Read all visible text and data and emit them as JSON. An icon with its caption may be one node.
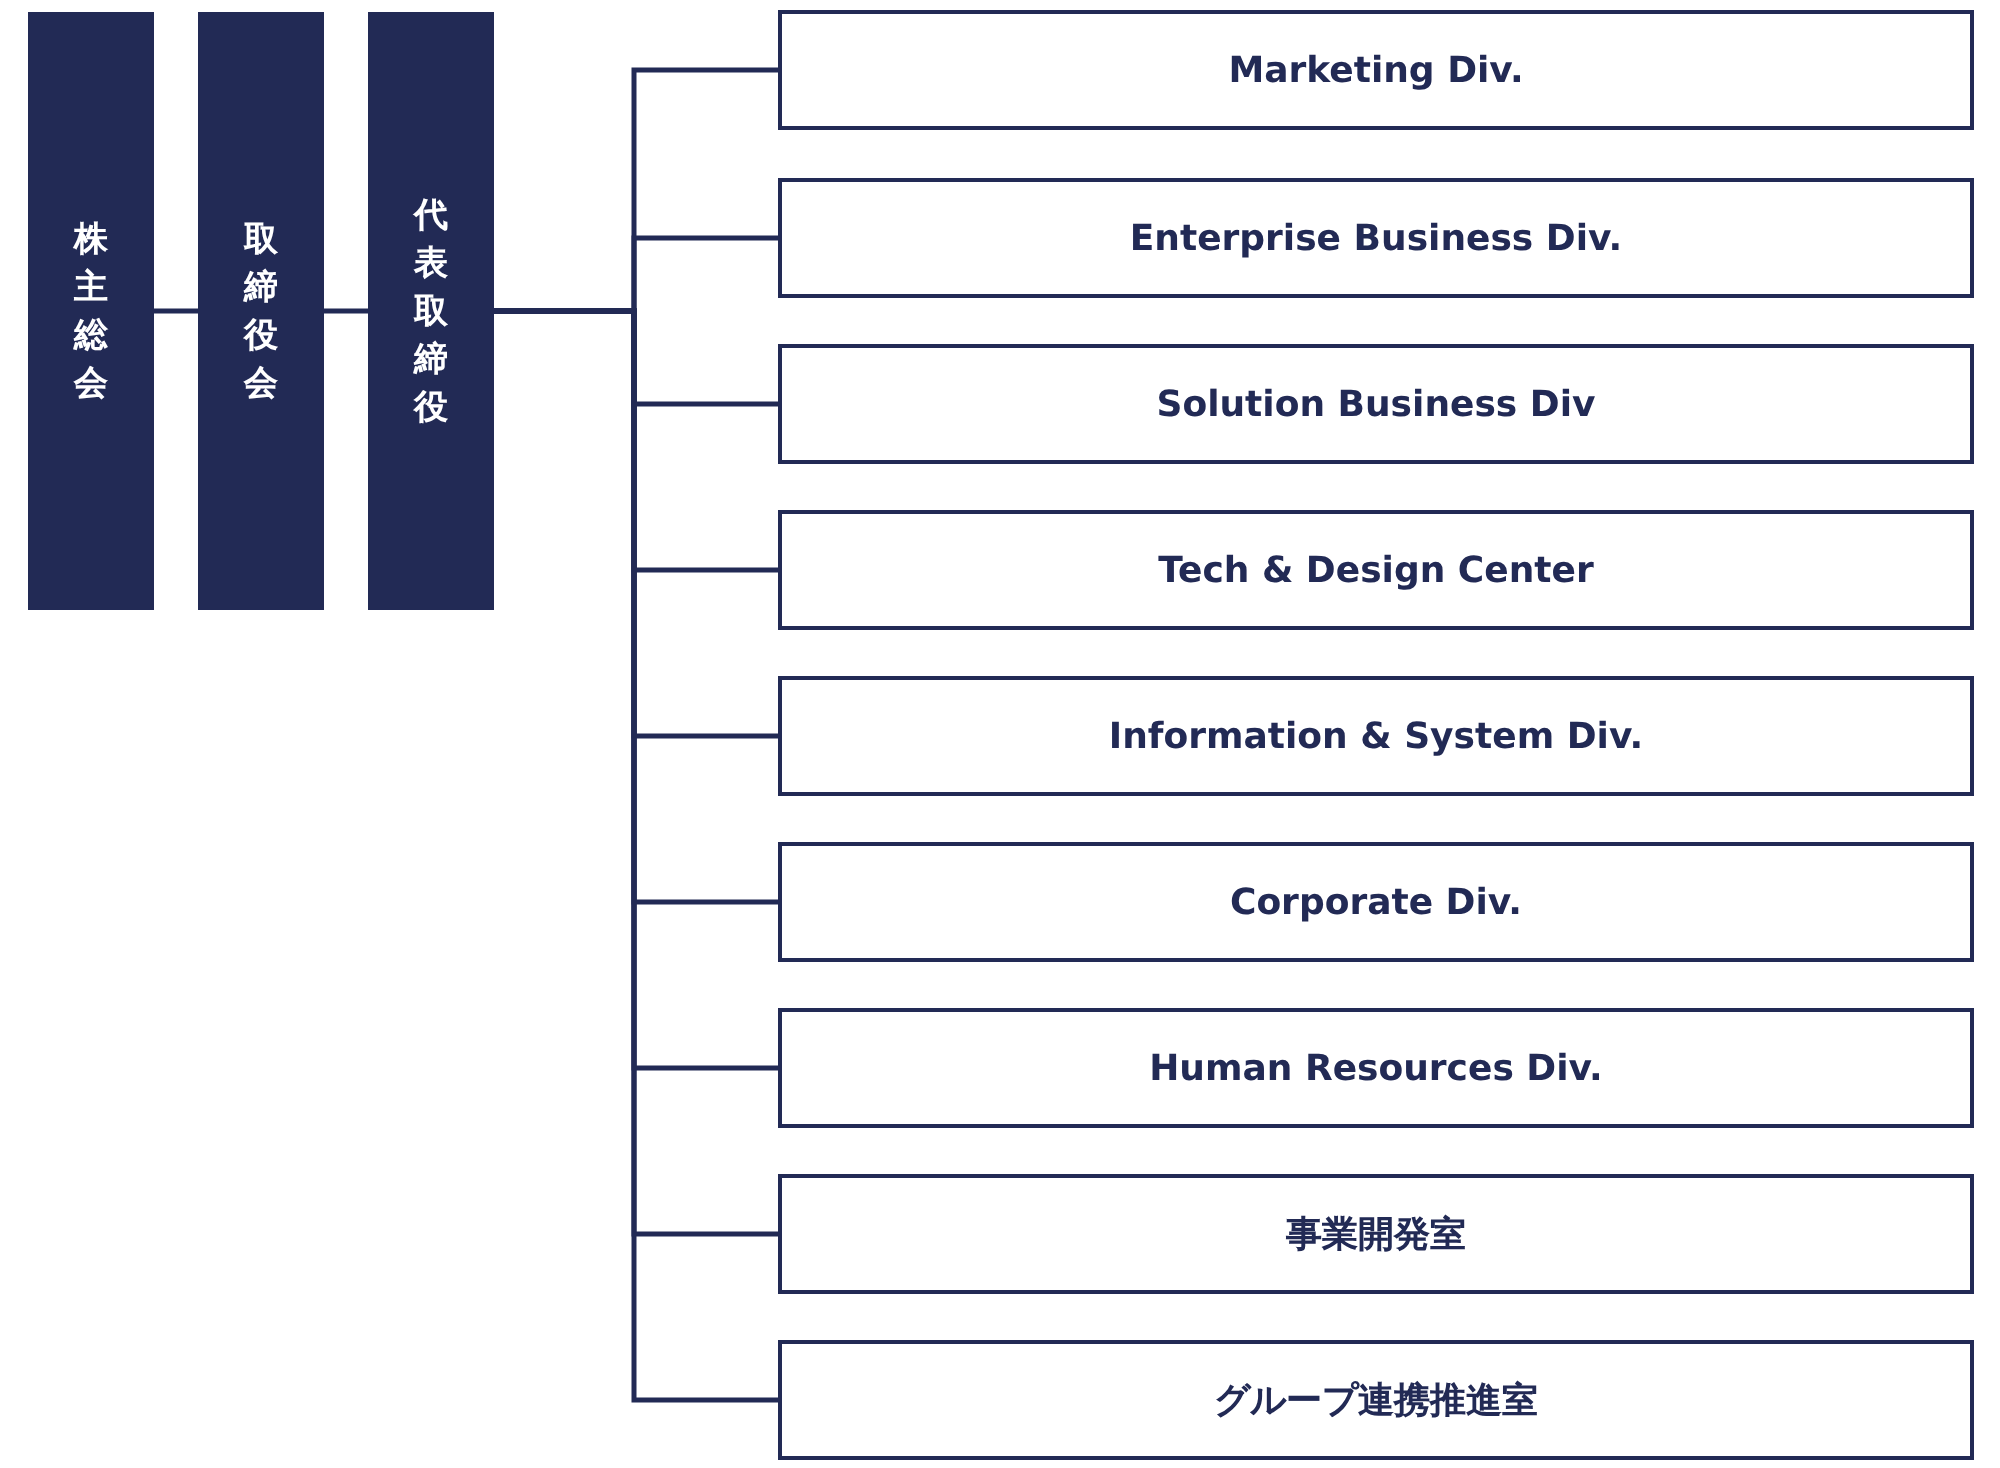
{
  "diagram": {
    "nodes": [
      {
        "text": [
          "株主総会"
        ]
      },
      {
        "text": [
          "取締役会"
        ]
      },
      {
        "text": [
          "代表取締役"
        ]
      },
      {
        "text": [
          "Marketing Div."
        ]
      },
      {
        "text": [
          "Enterprise Business Div."
        ]
      },
      {
        "text": [
          "Solution Business Div"
        ]
      },
      {
        "text": [
          "Tech & Design Center"
        ]
      },
      {
        "text": [
          "Information & System Div."
        ]
      },
      {
        "text": [
          "Corporate Div."
        ]
      },
      {
        "text": [
          "Human Resources Div."
        ]
      },
      {
        "text": [
          "事業開発室"
        ]
      },
      {
        "text": [
          "グループ連携推進室"
        ]
      }
    ],
    "edges": [
      {
        "from": 0,
        "to": 1,
        "arrow": "none"
      },
      {
        "from": 1,
        "to": 2,
        "arrow": "none"
      },
      {
        "from": 2,
        "to": 3,
        "arrow": "none"
      },
      {
        "from": 2,
        "to": 4,
        "arrow": "none"
      },
      {
        "from": 2,
        "to": 5,
        "arrow": "none"
      },
      {
        "from": 2,
        "to": 6,
        "arrow": "none"
      },
      {
        "from": 2,
        "to": 7,
        "arrow": "none"
      },
      {
        "from": 2,
        "to": 8,
        "arrow": "none"
      },
      {
        "from": 2,
        "to": 9,
        "arrow": "none"
      },
      {
        "from": 2,
        "to": 10,
        "arrow": "none"
      },
      {
        "from": 2,
        "to": 11,
        "arrow": "none"
      }
    ]
  }
}
